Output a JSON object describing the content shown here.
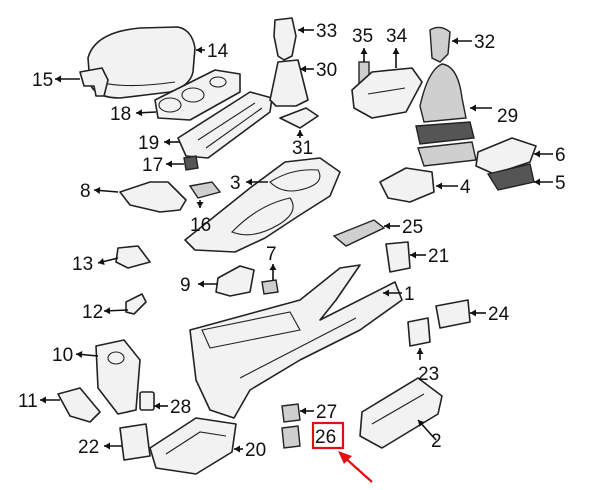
{
  "diagram": {
    "callouts": [
      "1",
      "2",
      "3",
      "4",
      "5",
      "6",
      "7",
      "8",
      "9",
      "10",
      "11",
      "12",
      "13",
      "14",
      "15",
      "16",
      "17",
      "18",
      "19",
      "20",
      "21",
      "22",
      "23",
      "24",
      "25",
      "26",
      "27",
      "28",
      "29",
      "30",
      "31",
      "32",
      "33",
      "34",
      "35"
    ],
    "highlighted_callout": "26",
    "colors": {
      "line": "#222222",
      "part_fill": "#f2f2f2",
      "highlight": "#e01010",
      "background": "#ffffff"
    }
  }
}
